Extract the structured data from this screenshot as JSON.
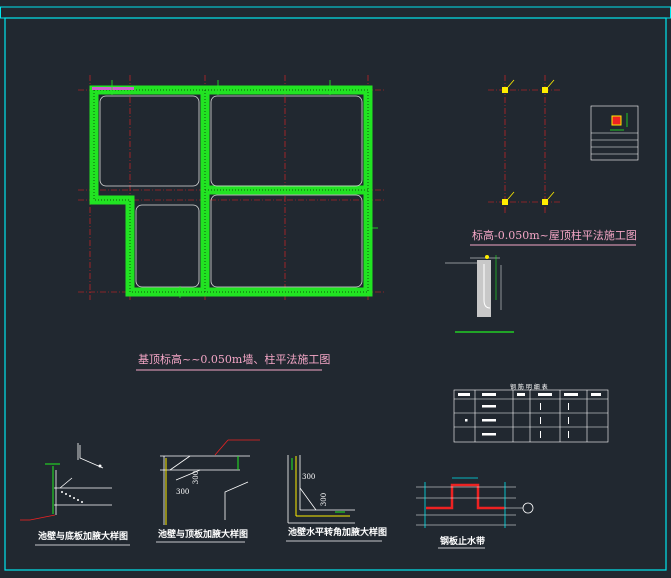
{
  "drawing": {
    "colors": {
      "background": "#212830",
      "frame": "#00e5ee",
      "wall": "#22ee22",
      "grid": "#ee2222",
      "dim": "#ffffff",
      "column": "#ffee00",
      "title_text": "#f4a6c6"
    },
    "labels": {
      "main_plan_title": "基顶标高~~0.050m墙、柱平法施工图",
      "column_plan_title": "标高-0.050m~屋顶柱平法施工图",
      "detail_1": "池壁与底板加腋大样图",
      "detail_2": "池壁与顶板加腋大样图",
      "detail_3": "池壁水平转角加腋大样图",
      "detail_4": "钢板止水带",
      "table_title": "钢 筋 明 细 表"
    },
    "dims": {
      "d300a": "300",
      "d300b": "300",
      "d300c": "300",
      "d300d": "300"
    }
  }
}
